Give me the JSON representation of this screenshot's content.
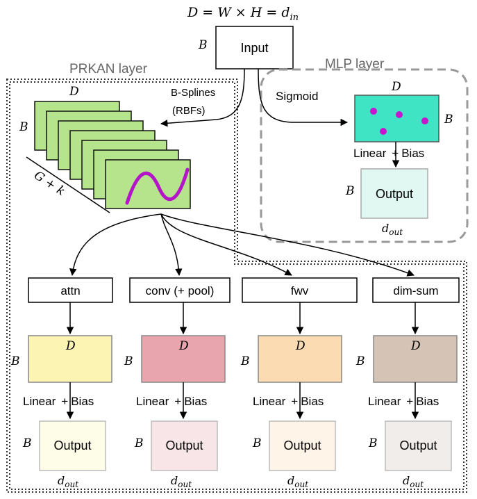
{
  "header": {
    "formula_parts": [
      "D",
      " = ",
      "W",
      " × ",
      "H",
      " = ",
      "d",
      "in"
    ]
  },
  "input": {
    "label": "Input",
    "dim_left": "B"
  },
  "prkan": {
    "title": "PRKAN layer",
    "basis_line1": "B-Splines",
    "basis_line2": "(RBFs)",
    "stack_dim_top": "D",
    "stack_dim_left": "B",
    "stack_depth": "G + k"
  },
  "mlp": {
    "title": "MLP layer",
    "activation": "Sigmoid",
    "dim_top": "D",
    "dim_right": "B",
    "linear_a": "Linear",
    "linear_plus": "+",
    "linear_b": "Bias",
    "output_label": "Output",
    "output_dim_left": "B",
    "output_dim_bottom": "d",
    "output_dim_sub": "out"
  },
  "branches": [
    {
      "label": "attn",
      "color": "#fbf4b3",
      "out_color": "#fefde7"
    },
    {
      "label": "conv (+ pool)",
      "color": "#e9a5ae",
      "out_color": "#f8e5e7"
    },
    {
      "label": "fwv",
      "color": "#fbdcb2",
      "out_color": "#fef4e8"
    },
    {
      "label": "dim-sum",
      "color": "#d5c3b6",
      "out_color": "#f1edea"
    }
  ],
  "branch_common": {
    "feature_dim": "D",
    "batch_dim": "B",
    "linear_a": "Linear",
    "linear_plus": "+",
    "linear_b": "Bias",
    "output_label": "Output",
    "out_dim": "d",
    "out_sub": "out"
  },
  "colors": {
    "stack_green": "#b5e48c",
    "curve_purple": "#b515c9",
    "mlp_teal": "#3ee4c4",
    "mlp_dot": "#c615cc",
    "mlp_output": "#e0f7f2",
    "dashed_gray": "#999999",
    "dotted": "#333333"
  }
}
